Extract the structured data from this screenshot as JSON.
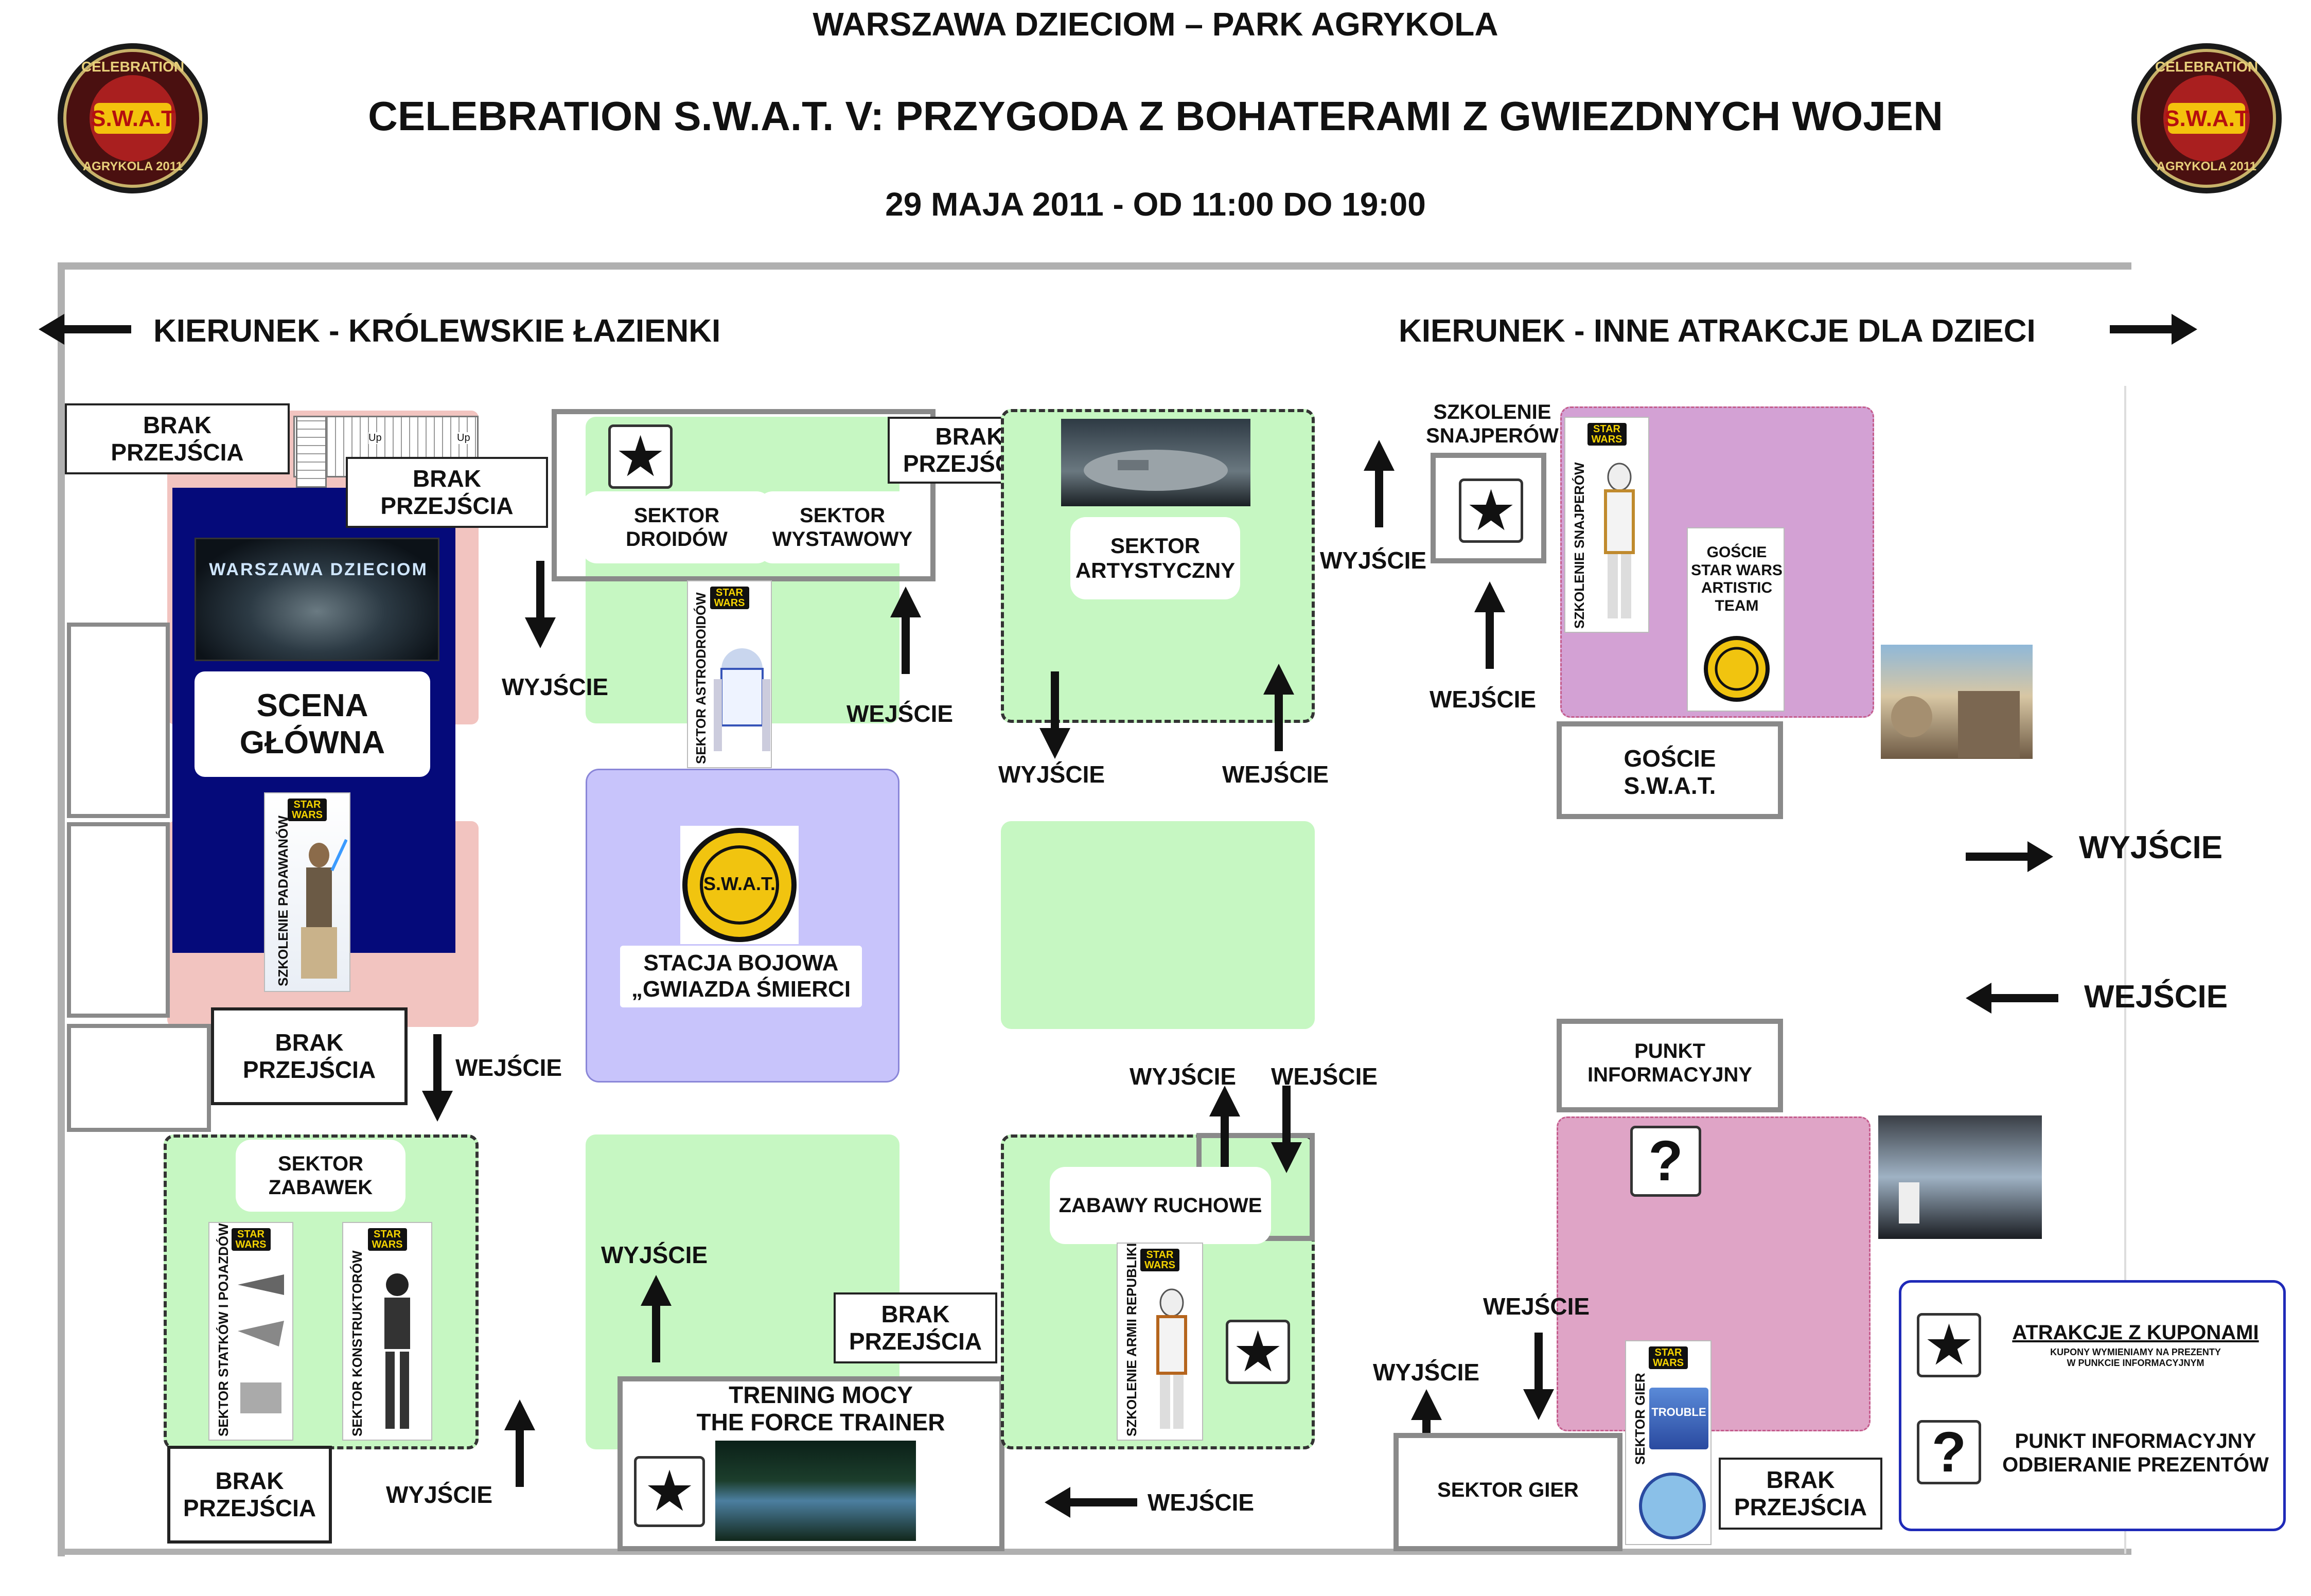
{
  "header": {
    "line1": "WARSZAWA DZIECIOM – PARK AGRYKOLA",
    "line2": "CELEBRATION S.W.A.T. V: PRZYGODA Z BOHATERAMI Z GWIEZDNYCH WOJEN",
    "line3": "29 MAJA 2011 - OD 11:00 DO 19:00"
  },
  "logo": {
    "top": "CELEBRATION",
    "center": "S.W.A.T",
    "bottom": "AGRYKOLA 2011"
  },
  "directions": {
    "left": "KIERUNEK - KRÓLEWSKIE ŁAZIENKI",
    "right": "KIERUNEK - INNE ATRAKCJE DLA DZIECI",
    "exit": "WYJŚCIE",
    "entry": "WEJŚCIE"
  },
  "labels": {
    "no_passage": "BRAK\nPRZEJŚCIA",
    "exit": "WYJŚCIE",
    "entry": "WEJŚCIE",
    "stairs_up": "Up"
  },
  "zones": {
    "main_stage": "SCENA\nGŁÓWNA",
    "stage_screen": "WARSZAWA DZIECIOM",
    "droids": "SEKTOR\nDROIDÓW",
    "exhibition": "SEKTOR\nWYSTAWOWY",
    "artistic": "SEKTOR\nARTYSTYCZNY",
    "snipers": "SZKOLENIE\nSNAJPERÓW",
    "artistic_guests": "GOŚCIE\nSTAR WARS\nARTISTIC\nTEAM",
    "swat_guests": "GOŚCIE\nS.W.A.T.",
    "battle_station": "STACJA BOJOWA\n„GWIAZDA ŚMIERCI",
    "toys": "SEKTOR\nZABAWEK",
    "force_trainer": "TRENING MOCY\nTHE FORCE TRAINER",
    "motion_games": "ZABAWY RUCHOWE",
    "info_point": "PUNKT\nINFORMACYJNY",
    "games": "SEKTOR GIER"
  },
  "posters": {
    "brand": "STAR\nWARS",
    "padawan": "SZKOLENIE PADAWANÓW",
    "astrodroid": "SEKTOR ASTRODROIDÓW",
    "snipers": "SZKOLENIE SNAJPERÓW",
    "ships": "SEKTOR STATKÓW I POJAZDÓW",
    "constructors": "SEKTOR KONSTRUKTORÓW",
    "republic": "SZKOLENIE ARMII REPUBLIKI",
    "games": "SEKTOR GIER",
    "trouble": "TROUBLE"
  },
  "emblem": {
    "top": "STAR WARS",
    "center": "S.W.A.T.",
    "bottom": "ARTISTIC TEAM"
  },
  "legend": {
    "star_symbol": "★",
    "question_symbol": "?",
    "coupons_title": "ATRAKCJE Z KUPONAMI",
    "coupons_sub": "KUPONY WYMIENIAMY NA PREZENTY\nW PUNKCIE INFORMACYJNYM",
    "info_title": "PUNKT INFORMACYJNY\nODBIERANIE PREZENTÓW"
  },
  "colors": {
    "green_zone": "#c6f7c2",
    "pink_zone": "#f2c4c0",
    "stage_blue": "#050a7a",
    "purple_zone": "#c8c4fb",
    "violet_zone": "#d3a1d4",
    "rose_zone": "#dfa4c6",
    "legend_border": "#1f2ab8"
  }
}
